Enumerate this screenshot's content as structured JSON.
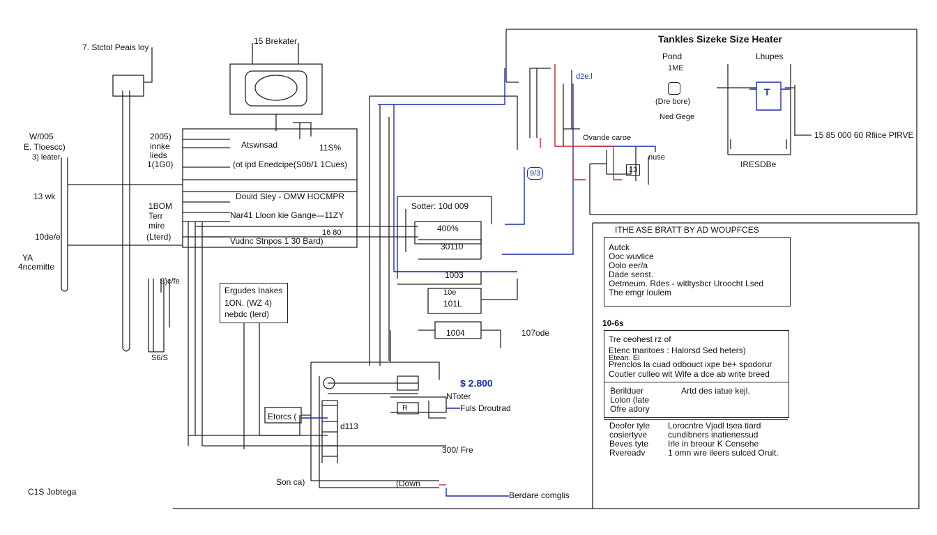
{
  "colors": {
    "wire": "#222222",
    "blue_wire": "#1a2fa8",
    "red_wire": "#c8242a",
    "background": "#ffffff"
  },
  "left": {
    "label_top": "7. Stctol Peais loy",
    "label_a1": "W/005",
    "label_a2": "E. Tloescc)",
    "label_a3": "3) leater",
    "label_b": "13 wk",
    "label_c": "10de/e",
    "label_d1": "YA",
    "label_d2": "4ncemitte",
    "label_bottom": "C1S Jobtega"
  },
  "breaker": {
    "label": "15 Brekater"
  },
  "panel_labels": {
    "l1": "2005)",
    "l2": "innke",
    "l3": "lieds",
    "l4": "1(1G0)",
    "l5": "1BOM",
    "l6": "Terr",
    "l7": "mire",
    "l8": "(Lterd)",
    "row1": "Atswnsad",
    "row1b": "11S%",
    "row2": "(ot ipd Enedcipe(S0b/1 1Cues)",
    "row3": "Dould Sley - OMW HOCMPR",
    "row4": "Nar41 Lloon kie Gange—11ZY",
    "row5": "Vudnc Stnpos 1 30 Bard)",
    "row5b": "16 80"
  },
  "equipment": {
    "line1": "Ergudes Inakes",
    "line2": "1ON. (WZ 4)",
    "line3": "nebdc (lerd)"
  },
  "center": {
    "sotter": "Sotter: 10d 009",
    "box1": "400%",
    "box2": "30110",
    "box3": "1003",
    "box4_top": "10e",
    "box4": "101L",
    "box5": "1004",
    "right1": "107ode",
    "price": "$ 2.800",
    "ntoter": "NToter",
    "fuls": "Fuls Droutrad",
    "r_label": "R",
    "etorcs": "Etorcs (",
    "d113": "d113",
    "s300": "300/ Fre",
    "sonca": "Son ca)",
    "down": "(Down",
    "bottom_right": "Berdare comglis",
    "s_label": "S6/S",
    "rs": "S)c/fe"
  },
  "top_panel": {
    "title": "Tankles Sizeke Size Heater",
    "pond": "Pond",
    "pond_sub": "1ME",
    "pond_note": "(Dre bore)",
    "nedgege": "Ned Gege",
    "lhupes": "Lhupes",
    "tank_letter": "T",
    "rfiice": "15 85 000 60 Rfiice PfRVE",
    "iresbe": "IRESDBe",
    "ovande": "Ovande caroe",
    "nuse": "nuse",
    "d2": "d2e.l",
    "s9": "9/3",
    "l3": "13"
  },
  "right_panel": {
    "heading": "ITHE ASE BRATT BY AD WOUPFCES",
    "box1": [
      "Autck",
      "Ooc wuvlice",
      "Oolo eer/a",
      "Dade senst.",
      "Oetmeum. Rdes - witltysbcr Uroocht Lsed",
      "The emgr loulem"
    ],
    "section": "10-6s",
    "box2": [
      "Tre ceohest rz of",
      "Etenc tnaritoes : Halorsd Sed heters)",
      "Etean. El",
      "Prenclos la       cuad odbouct ixpe be+ spodorur",
      "Coutler culleo wit Wife a dce ab write breed"
    ],
    "box3_left": [
      "Berilduer",
      "Lolon (late",
      "Ofre adory"
    ],
    "box3_right": "Artd des iatue kejl.",
    "rows": [
      {
        "label": "Deofer tyle",
        "value": "Lorocntre Vjadl tsea tiard"
      },
      {
        "label": "cosiertyve",
        "value": "cundibners inatienessud"
      },
      {
        "label": "Beves tyte",
        "value": "Irle in breour K Censehe"
      },
      {
        "label": "Rvereadv",
        "value": "1 omn wre ileers sulced Oruit."
      }
    ]
  }
}
